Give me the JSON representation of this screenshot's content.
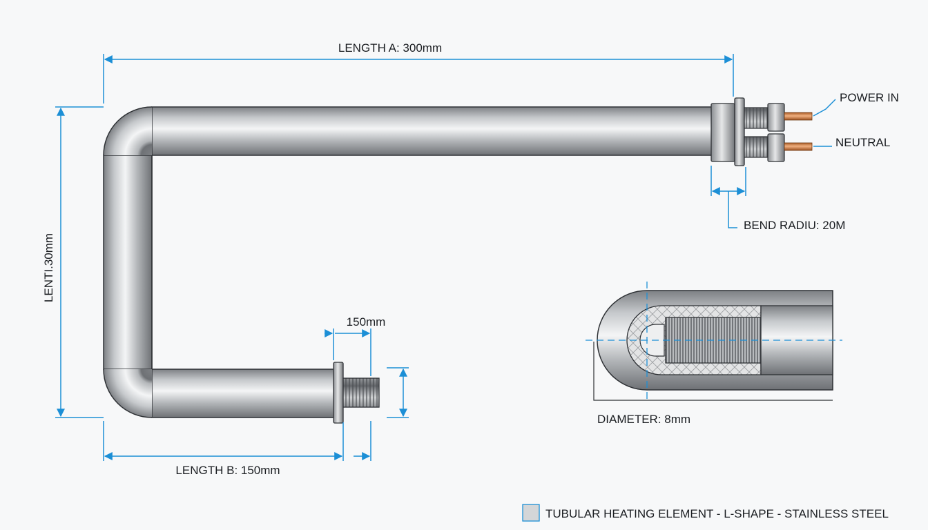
{
  "labels": {
    "length_a": "LENGTH A: 300mm",
    "length_b": "LENGTH B: 150mm",
    "vertical_length": "LENTI.30mm",
    "thread_length": "150mm",
    "power_in": "POWER IN",
    "neutral": "NEUTRAL",
    "bend_radius": "BEND RADIU: 20M",
    "diameter": "DIAMETER: 8mm"
  },
  "legend": {
    "text": "TUBULAR HEATING ELEMENT - L-SHAPE - STAINLESS STEEL",
    "swatch_color": "#d4d6d8"
  },
  "colors": {
    "dimension_line": "#1c8fd6",
    "tube_light": "#f2f3f4",
    "tube_dark": "#7d8084",
    "copper": "#c8743a",
    "background": "#f7f8f9"
  }
}
